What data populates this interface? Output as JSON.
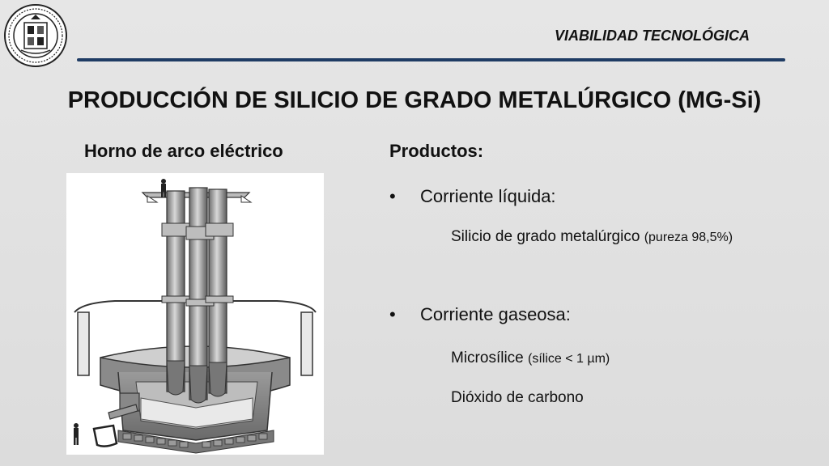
{
  "header": {
    "section_label": "VIABILIDAD TECNOLÓGICA"
  },
  "title": "PRODUCCIÓN DE SILICIO DE GRADO METALÚRGICO (MG-Si)",
  "left": {
    "heading": "Horno de arco eléctrico"
  },
  "right": {
    "heading": "Productos:",
    "bullets": [
      {
        "marker": "•",
        "label": "Corriente líquida:",
        "items": [
          {
            "text": "Silicio de grado metalúrgico",
            "note": "(pureza 98,5%)"
          }
        ]
      },
      {
        "marker": "•",
        "label": "Corriente gaseosa:",
        "items": [
          {
            "text": "Microsílice",
            "note": "(sílice < 1 µm)"
          },
          {
            "text": "Dióxido de carbono",
            "note": ""
          }
        ]
      }
    ]
  },
  "icons": {
    "seal": "university-seal-icon",
    "figure": "person-figure-icon"
  },
  "colors": {
    "rule": "#1f3c64",
    "background": "#e0e0e0"
  }
}
